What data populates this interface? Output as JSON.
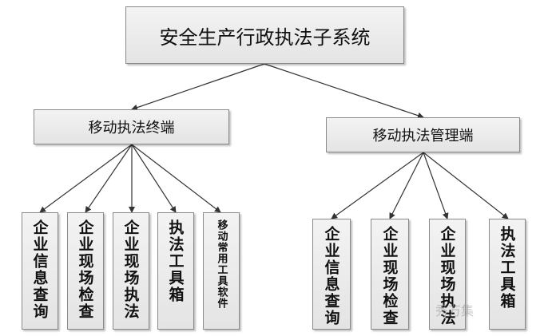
{
  "root": {
    "label": "安全生产行政执法子系统"
  },
  "left": {
    "label": "移动执法终端",
    "leaves": [
      "企业信息查询",
      "企业现场检查",
      "企业现场执法",
      "执法工具箱",
      "移动常用工具软件"
    ]
  },
  "right": {
    "label": "移动执法管理端",
    "leaves": [
      "企业信息查询",
      "企业现场检查",
      "企业现场执法",
      "执法工具箱"
    ]
  },
  "watermark": "秀万集",
  "colors": {
    "line": "#333333",
    "box_border": "#8a8a8a",
    "box_fill": "#ececec"
  }
}
